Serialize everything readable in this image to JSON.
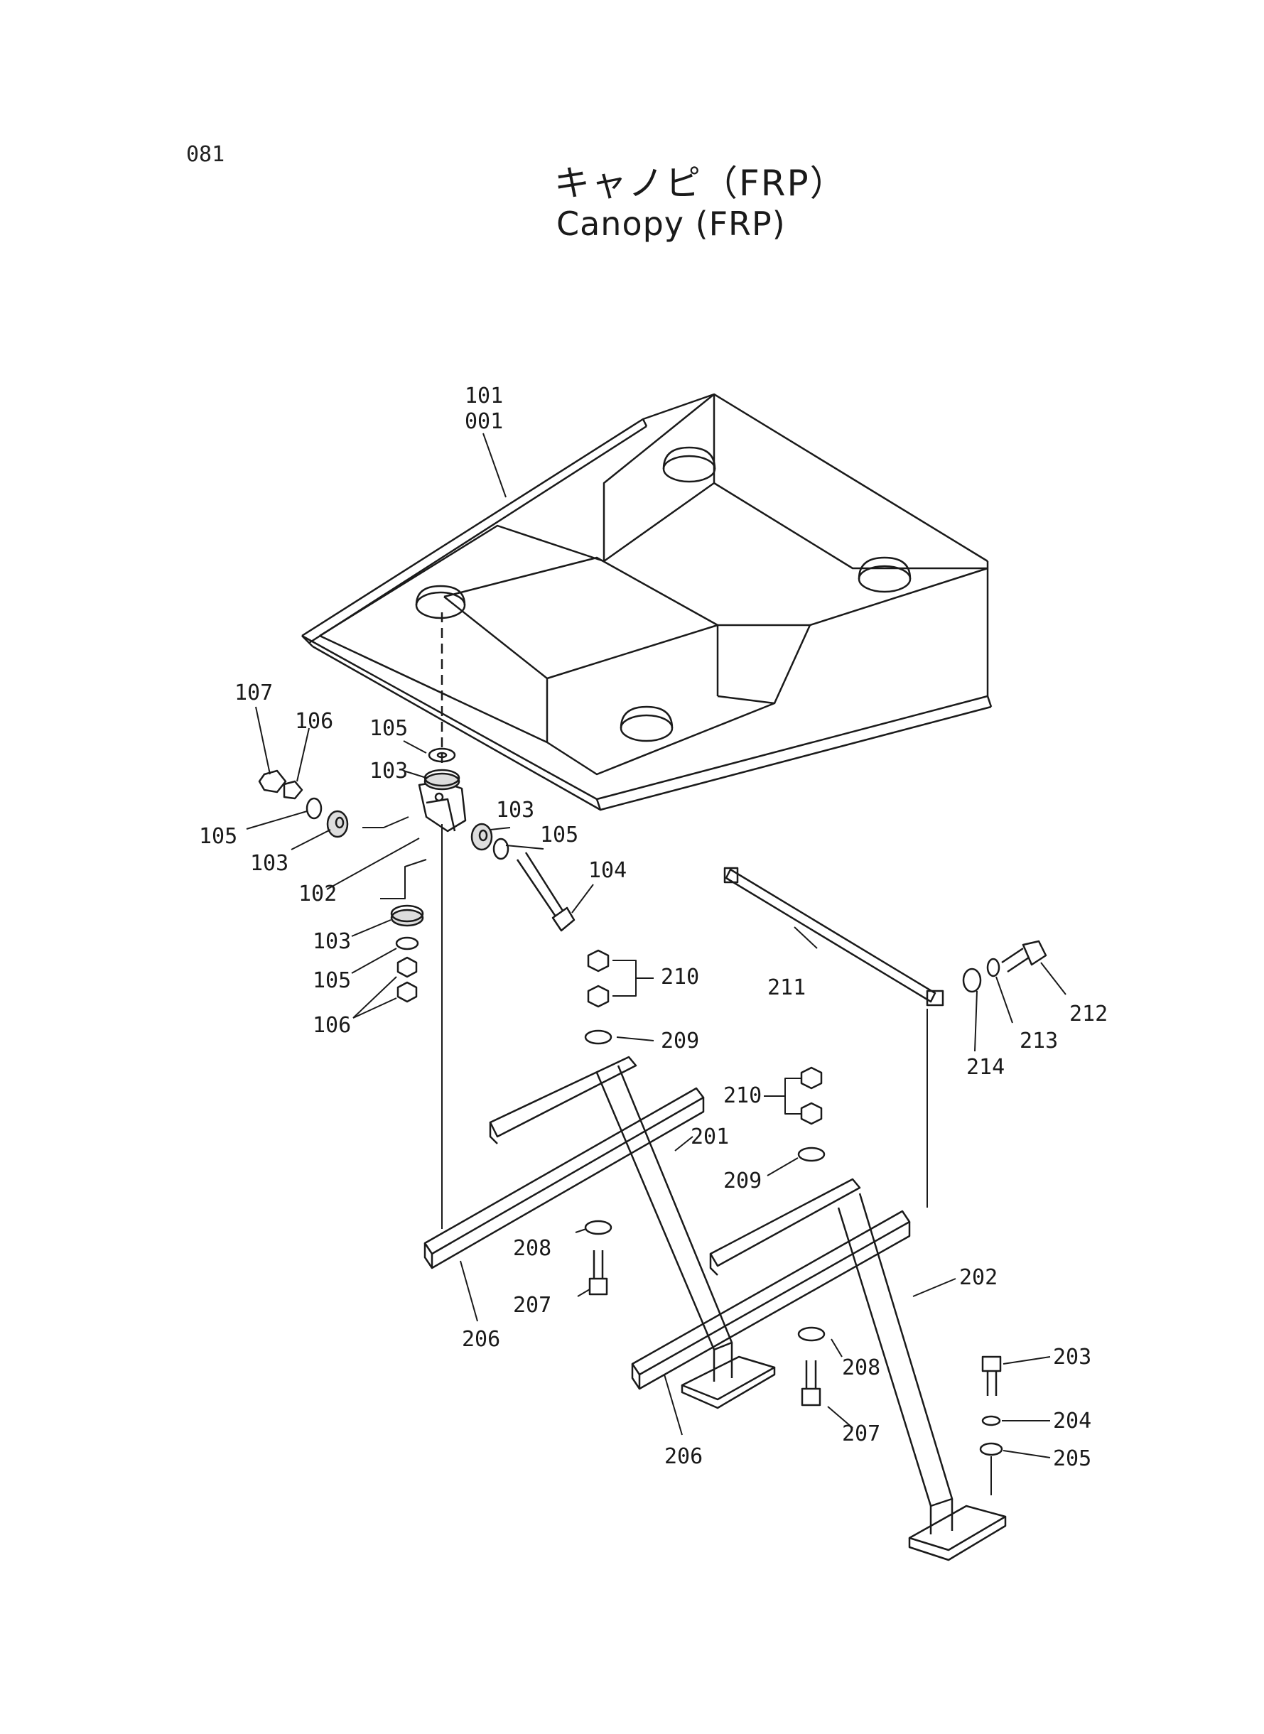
{
  "page_number": "081",
  "title_jp": "キャノピ（FRP）",
  "title_en": "Canopy (FRP)",
  "callouts": {
    "c101": "101",
    "c001": "001",
    "c107": "107",
    "c106a": "106",
    "c105a": "105",
    "c105b": "105",
    "c103a": "103",
    "c103b": "103",
    "c103c": "103",
    "c105c": "105",
    "c102": "102",
    "c104": "104",
    "c103d": "103",
    "c105d": "105",
    "c106b": "106",
    "c210a": "210",
    "c211": "211",
    "c212": "212",
    "c213": "213",
    "c214": "214",
    "c209a": "209",
    "c210b": "210",
    "c201": "201",
    "c209b": "209",
    "c208a": "208",
    "c207a": "207",
    "c206a": "206",
    "c202": "202",
    "c208b": "208",
    "c203": "203",
    "c204": "204",
    "c205": "205",
    "c207b": "207",
    "c206b": "206"
  }
}
